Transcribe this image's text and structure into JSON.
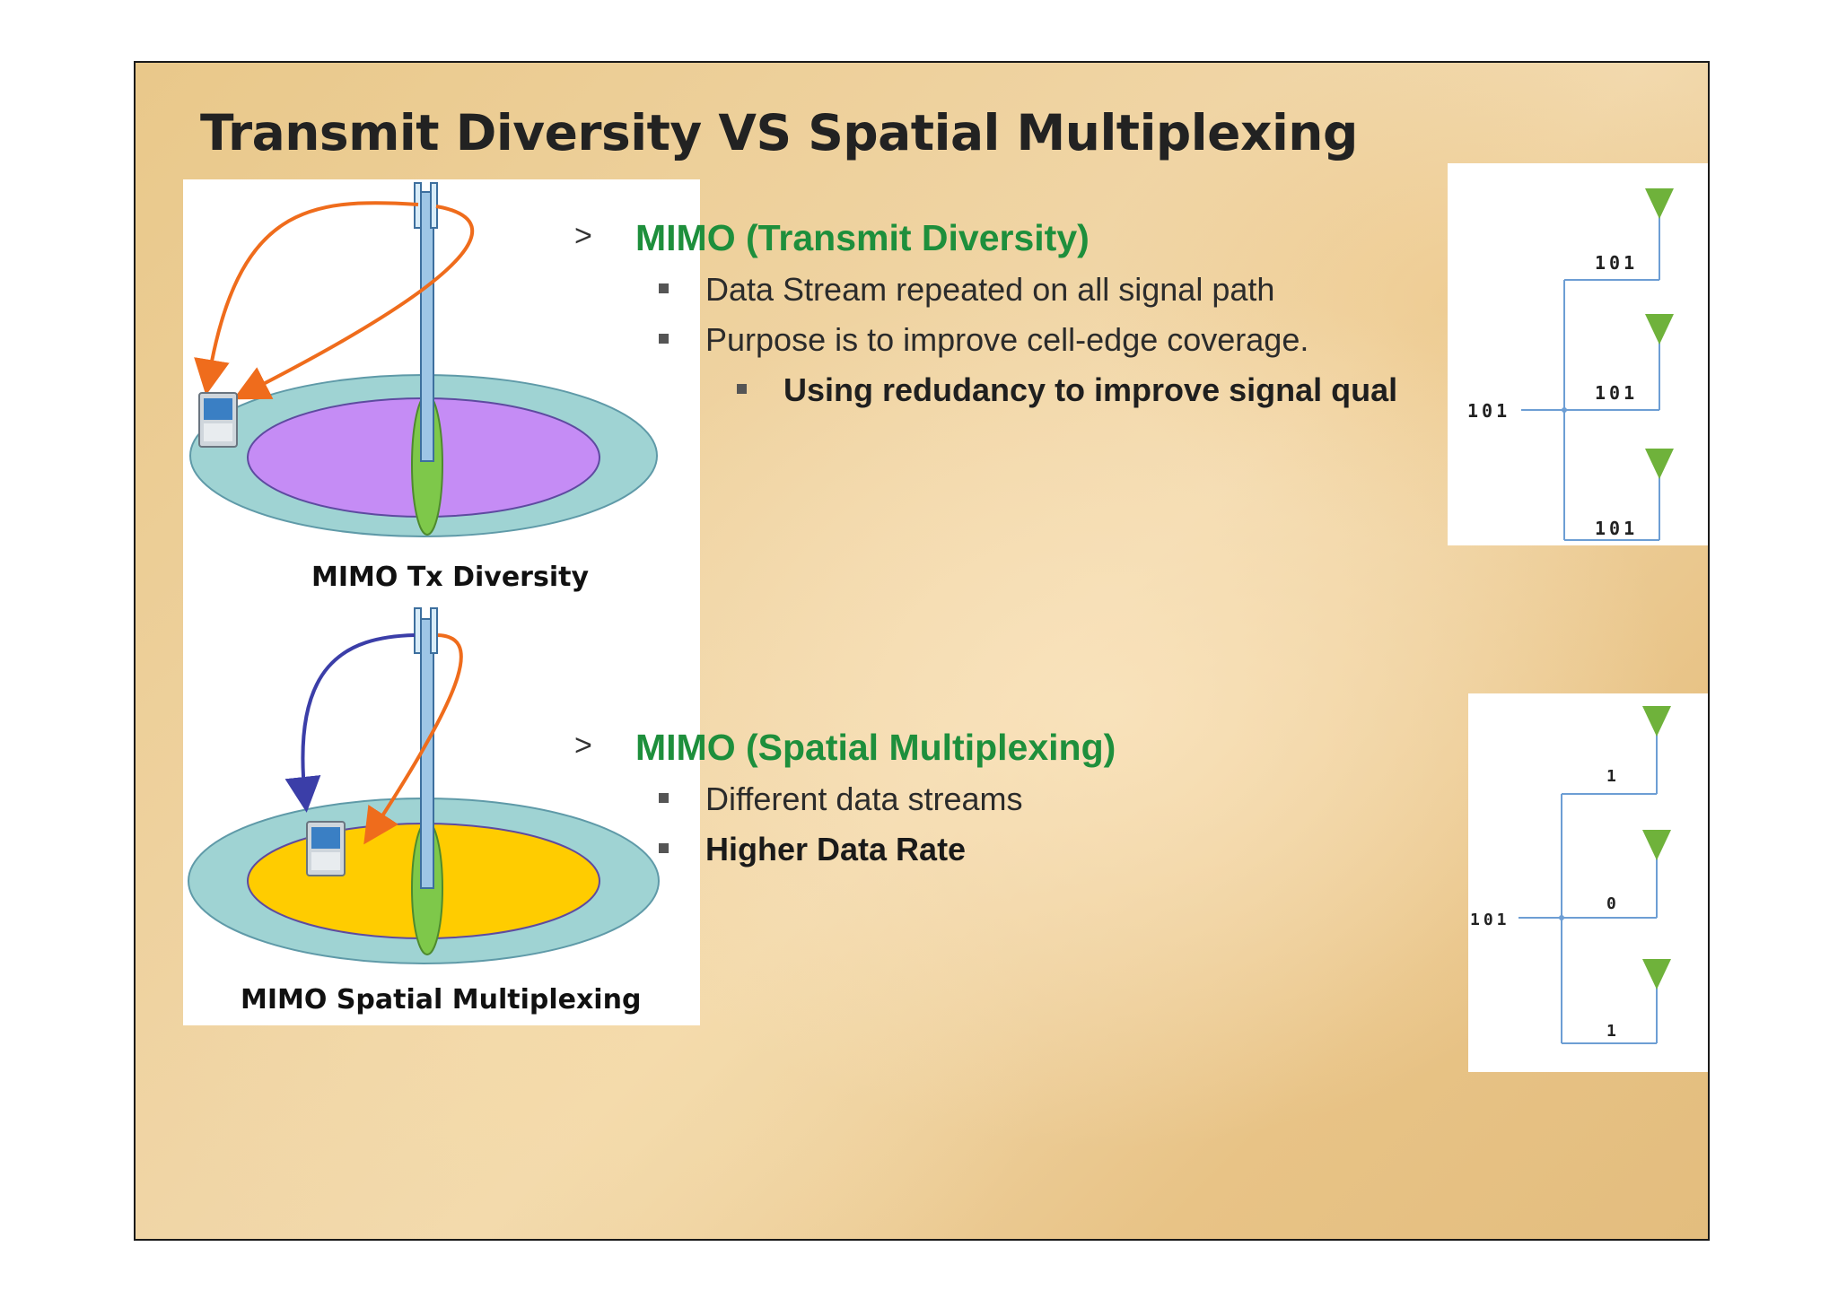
{
  "slide": {
    "title": "Transmit Diversity VS Spatial Multiplexing",
    "left_figure": {
      "caption_top": "MIMO Tx Diversity",
      "caption_bottom": "MIMO Spatial Multiplexing"
    },
    "section1": {
      "marker": ">",
      "heading": "MIMO (Transmit Diversity)",
      "bullets": [
        "Data Stream repeated on all signal path",
        "Purpose is to improve cell-edge coverage."
      ],
      "sub_bullet": "Using redudancy to improve signal qual"
    },
    "section2": {
      "marker": ">",
      "heading": "MIMO (Spatial Multiplexing)",
      "bullets": [
        "Different data streams",
        "Higher Data Rate"
      ]
    },
    "diagram_diversity": {
      "input": "101",
      "outputs": [
        "101",
        "101",
        "101"
      ]
    },
    "diagram_multiplexing": {
      "input": "101",
      "outputs": [
        "1",
        "0",
        "1"
      ]
    },
    "colors": {
      "heading_green": "#1e8f3c",
      "antenna_green": "#7ab648",
      "outer_ring": "#9fd3d3",
      "inner_diversity": "#c58cf5",
      "inner_multiplexing": "#ffcc00",
      "arrow_orange": "#ef6c1c",
      "arrow_blue": "#3b3ea8"
    }
  }
}
